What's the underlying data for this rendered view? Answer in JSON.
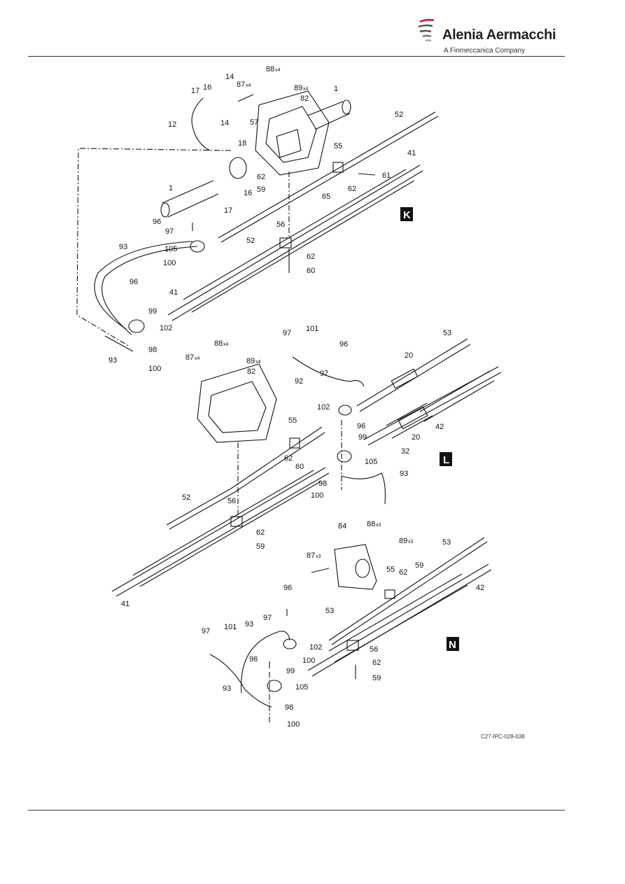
{
  "header": {
    "brand": "Alenia Aermacchi",
    "tagline": "A Finmeccanica Company"
  },
  "figure": {
    "figure_id": "C27-IPC-028-038",
    "views": {
      "k": "K",
      "l": "L",
      "n": "N"
    },
    "callouts": {
      "k_88": "88",
      "k_88_qty": "x4",
      "k_89": "89",
      "k_89_qty": "x4",
      "k_87": "87",
      "k_87_qty": "x4",
      "k_14a": "14",
      "k_16a": "16",
      "k_17a": "17",
      "k_12": "12",
      "k_14b": "14",
      "k_1a": "1",
      "k_82": "82",
      "k_57": "57",
      "k_52a": "52",
      "k_18": "18",
      "k_55": "55",
      "k_41": "41",
      "k_62a": "62",
      "k_61": "61",
      "k_59": "59",
      "k_62b": "62",
      "k_65": "65",
      "k_1b": "1",
      "k_16b": "16",
      "k_17b": "17",
      "k_96a": "96",
      "k_97": "97",
      "k_52b": "52",
      "k_56": "56",
      "k_93a": "93",
      "k_105": "105",
      "k_62c": "62",
      "k_100a": "100",
      "k_60": "60",
      "k_96b": "96",
      "k_41b": "41",
      "k_99": "99",
      "k_102": "102",
      "k_98": "98",
      "k_93b": "93",
      "k_100b": "100",
      "l_97": "97",
      "l_101": "101",
      "l_96a": "96",
      "l_53": "53",
      "l_88": "88",
      "l_88_qty": "x4",
      "l_89": "89",
      "l_89_qty": "x4",
      "l_87": "87",
      "l_87_qty": "x4",
      "l_82": "82",
      "l_20a": "20",
      "l_97b": "97",
      "l_92": "92",
      "l_102": "102",
      "l_96b": "96",
      "l_42": "42",
      "l_55": "55",
      "l_99": "99",
      "l_20b": "20",
      "l_62": "62",
      "l_60": "60",
      "l_32": "32",
      "l_105": "105",
      "l_93": "93",
      "l_98": "98",
      "l_100": "100",
      "l_52": "52",
      "l_56": "56",
      "l_62b": "62",
      "l_59": "59",
      "l_41": "41",
      "n_84": "84",
      "n_88": "88",
      "n_88_qty": "x3",
      "n_89": "89",
      "n_89_qty": "x3",
      "n_53a": "53",
      "n_87": "87",
      "n_87_qty": "x3",
      "n_55": "55",
      "n_62": "62",
      "n_59": "59",
      "n_42": "42",
      "n_96a": "96",
      "n_97a": "97",
      "n_53b": "53",
      "n_97b": "97",
      "n_101": "101",
      "n_93a": "93",
      "n_102": "102",
      "n_96b": "96",
      "n_100a": "100",
      "n_56": "56",
      "n_99": "99",
      "n_62b": "62",
      "n_59b": "59",
      "n_93b": "93",
      "n_105": "105",
      "n_98": "98",
      "n_100b": "100"
    }
  }
}
